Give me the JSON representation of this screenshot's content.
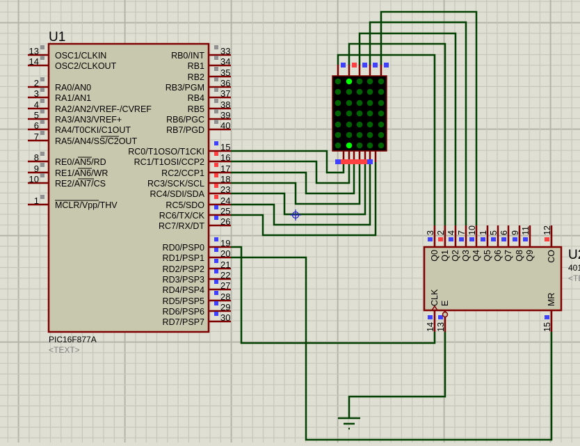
{
  "colors": {
    "background": "#dfdfd3",
    "grid_minor": "#c6c6bb",
    "grid_major": "#b4b4a8",
    "body_fill": "#c8c8ae",
    "outline": "#800000",
    "wire": "#004000",
    "state_high": "#ff4040",
    "state_low": "#4040ff",
    "state_none": "#909090",
    "led_off": "#006400",
    "led_on": "#00ff00",
    "ref_text": "#808080"
  },
  "u1": {
    "ref": "U1",
    "part": "PIC16F877A",
    "text_placeholder": "<TEXT>",
    "left_pins": [
      {
        "num": "13",
        "label": "OSC1/CLKIN",
        "state": "none"
      },
      {
        "num": "14",
        "label": "OSC2/CLKOUT",
        "state": "none"
      },
      {
        "num": "2",
        "label": "RA0/AN0",
        "state": "none"
      },
      {
        "num": "3",
        "label": "RA1/AN1",
        "state": "none"
      },
      {
        "num": "4",
        "label": "RA2/AN2/VREF-/CVREF",
        "state": "none"
      },
      {
        "num": "5",
        "label": "RA3/AN3/VREF+",
        "state": "none"
      },
      {
        "num": "6",
        "label": "RA4/T0CKI/C1OUT",
        "state": "none"
      },
      {
        "num": "7",
        "label": "RA5/AN4/SS/C2OUT",
        "state": "none"
      },
      {
        "num": "8",
        "label": "RE0/AN5/RD",
        "state": "none"
      },
      {
        "num": "9",
        "label": "RE1/AN6/WR",
        "state": "none"
      },
      {
        "num": "10",
        "label": "RE2/AN7/CS",
        "state": "none"
      },
      {
        "num": "1",
        "label": "MCLR/Vpp/THV",
        "state": "none"
      }
    ],
    "right_pins": [
      {
        "num": "33",
        "label": "RB0/INT",
        "state": "none"
      },
      {
        "num": "34",
        "label": "RB1",
        "state": "none"
      },
      {
        "num": "35",
        "label": "RB2",
        "state": "none"
      },
      {
        "num": "36",
        "label": "RB3/PGM",
        "state": "none"
      },
      {
        "num": "37",
        "label": "RB4",
        "state": "none"
      },
      {
        "num": "38",
        "label": "RB5",
        "state": "none"
      },
      {
        "num": "39",
        "label": "RB6/PGC",
        "state": "none"
      },
      {
        "num": "40",
        "label": "RB7/PGD",
        "state": "none"
      },
      {
        "num": "15",
        "label": "RC0/T1OSO/T1CKI",
        "state": "low"
      },
      {
        "num": "16",
        "label": "RC1/T1OSI/CCP2",
        "state": "high"
      },
      {
        "num": "17",
        "label": "RC2/CCP1",
        "state": "high"
      },
      {
        "num": "18",
        "label": "RC3/SCK/SCL",
        "state": "high"
      },
      {
        "num": "23",
        "label": "RC4/SDI/SDA",
        "state": "high"
      },
      {
        "num": "24",
        "label": "RC5/SDO",
        "state": "high"
      },
      {
        "num": "25",
        "label": "RC6/TX/CK",
        "state": "low"
      },
      {
        "num": "26",
        "label": "RC7/RX/DT",
        "state": "low"
      },
      {
        "num": "19",
        "label": "RD0/PSP0",
        "state": "low"
      },
      {
        "num": "20",
        "label": "RD1/PSP1",
        "state": "low"
      },
      {
        "num": "21",
        "label": "RD2/PSP2",
        "state": "low"
      },
      {
        "num": "22",
        "label": "RD3/PSP3",
        "state": "low"
      },
      {
        "num": "27",
        "label": "RD4/PSP4",
        "state": "low"
      },
      {
        "num": "28",
        "label": "RD5/PSP5",
        "state": "low"
      },
      {
        "num": "29",
        "label": "RD6/PSP6",
        "state": "low"
      },
      {
        "num": "30",
        "label": "RD7/PSP7",
        "state": "low"
      }
    ]
  },
  "u2": {
    "ref": "U2",
    "part": "401",
    "text_placeholder": "<TE",
    "top_pins": [
      {
        "num": "3",
        "label": "Q0",
        "state": "low"
      },
      {
        "num": "2",
        "label": "Q1",
        "state": "high"
      },
      {
        "num": "4",
        "label": "Q2",
        "state": "low"
      },
      {
        "num": "7",
        "label": "Q3",
        "state": "low"
      },
      {
        "num": "10",
        "label": "Q4",
        "state": "low"
      },
      {
        "num": "1",
        "label": "Q5",
        "state": "low"
      },
      {
        "num": "5",
        "label": "Q6",
        "state": "low"
      },
      {
        "num": "6",
        "label": "Q7",
        "state": "low"
      },
      {
        "num": "9",
        "label": "Q8",
        "state": "low"
      },
      {
        "num": "11",
        "label": "Q9",
        "state": "low"
      },
      {
        "num": "12",
        "label": "CO",
        "state": "high"
      }
    ],
    "bottom_pins": [
      {
        "num": "14",
        "label": "CLK",
        "state": "low"
      },
      {
        "num": "13",
        "label": "E",
        "state": "low"
      },
      {
        "num": "15",
        "label": "MR",
        "state": "low"
      }
    ]
  },
  "led_matrix": {
    "columns": 5,
    "rows": 7,
    "top_pin_states": [
      "low",
      "high",
      "low",
      "low",
      "low"
    ],
    "lit": [
      [
        0,
        1
      ],
      [
        6,
        1
      ]
    ]
  }
}
